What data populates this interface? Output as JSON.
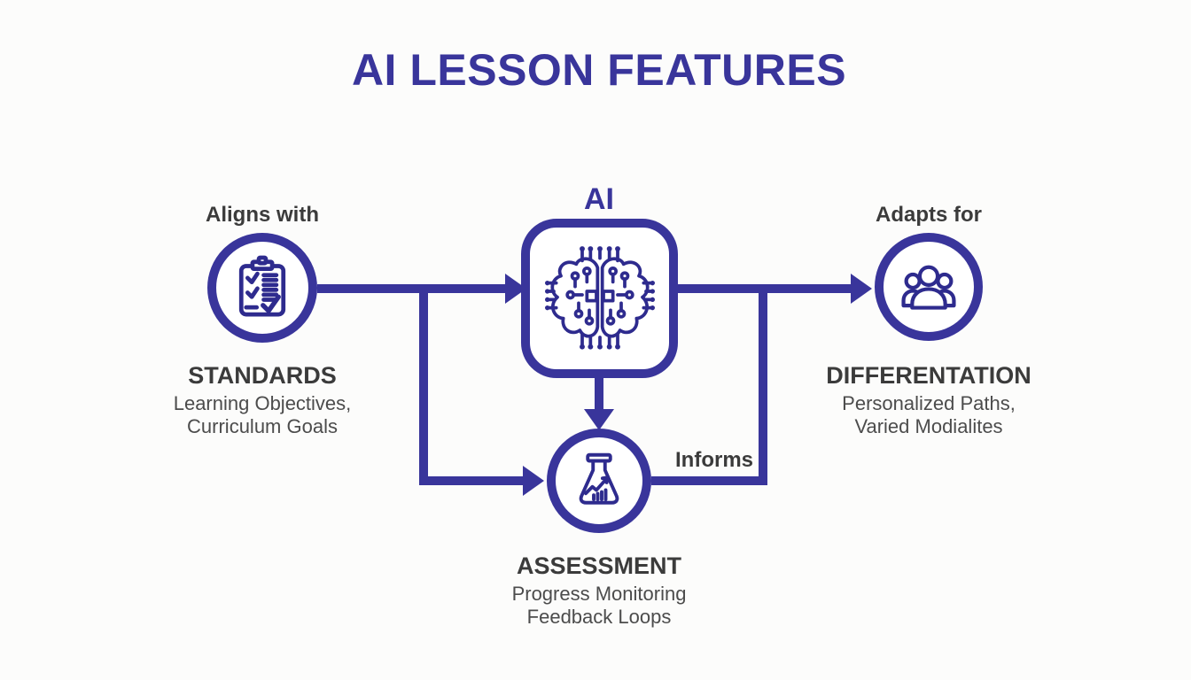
{
  "title": "AI LESSON FEATURES",
  "colors": {
    "accent": "#39359B",
    "icon": "#2E2B8E",
    "heading": "#3B3B3B",
    "subtext": "#4C4C4C",
    "background": "#FCFCFB"
  },
  "nodes": {
    "standards": {
      "top_label": "Aligns with",
      "heading": "STANDARDS",
      "lines": [
        "Learning Objectives,",
        "Curriculum Goals"
      ],
      "icon": "clipboard-checklist-icon"
    },
    "ai": {
      "top_label": "AI",
      "icon": "ai-brain-circuit-icon"
    },
    "differentiation": {
      "top_label": "Adapts for",
      "heading": "DIFFERENTATION",
      "lines": [
        "Personalized Paths,",
        "Varied Modialites"
      ],
      "icon": "people-group-icon"
    },
    "assessment": {
      "heading": "ASSESSMENT",
      "lines": [
        "Progress Monitoring",
        "Feedback Loops"
      ],
      "icon": "flask-chart-icon"
    }
  },
  "connectors": {
    "informs_label": "Informs"
  }
}
